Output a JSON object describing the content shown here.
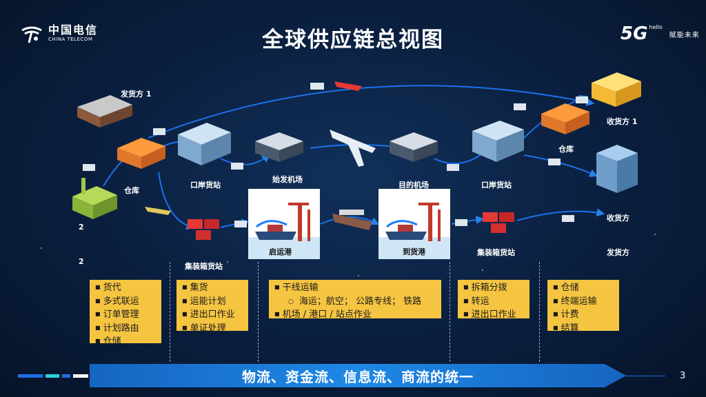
{
  "header": {
    "logo_cn": "中国电信",
    "logo_en": "CHINA TELECOM",
    "title": "全球供应链总视图",
    "brand_5g": "5G",
    "brand_hello": "hello",
    "brand_slogan": "赋能未来"
  },
  "diagram": {
    "shipper1": "发货方 1",
    "warehouse_left": "仓库",
    "num_2a": "2",
    "num_2b": "2",
    "port_station_left": "口岸货站",
    "origin_airport": "始发机场",
    "dest_airport": "目的机场",
    "port_station_right": "口岸货站",
    "warehouse_right": "仓库",
    "consignee1": "收货方 1",
    "consignee": "收货方",
    "shipper": "发货方",
    "container_station_left": "集装箱货站",
    "origin_port": "启运港",
    "dest_port": "到货港",
    "container_station_right": "集装箱货站"
  },
  "boxes": {
    "box1": [
      "货代",
      "多式联运",
      "订单管理",
      "计划路由",
      "仓储"
    ],
    "box2": [
      "集货",
      "运能计划",
      "进出口作业",
      "单证处理"
    ],
    "box3": {
      "item1": "干线运输",
      "sub": "海运；航空； 公路专线； 铁路",
      "item2": "机场 / 港口 / 站点作业"
    },
    "box4": [
      "拆箱分拨",
      "转运",
      "进出口作业"
    ],
    "box5": [
      "仓储",
      "终端运输",
      "计费",
      "结算"
    ]
  },
  "footer": {
    "banner": "物流、资金流、信息流、商流的统一",
    "page_number": "3"
  }
}
